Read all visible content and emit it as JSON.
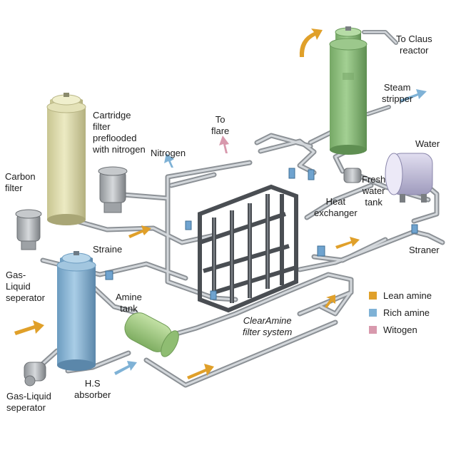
{
  "labels": {
    "to_claus": "To Claus",
    "to_claus_2": "reactor",
    "steam": "Steam",
    "steam_2": "stripper",
    "water": "Water",
    "fresh": "Fresh",
    "fresh_2": "water",
    "fresh_3": "tank",
    "heat": "Heat",
    "heat_2": "exchanger",
    "stranner": "Straner",
    "to_flare": "To",
    "to_flare_2": "flare",
    "cartridge": "Cartridge",
    "cartridge_2": "filter",
    "cartridge_3": "preflooded",
    "cartridge_4": "with nitrogen",
    "nitrogen": "Nitrogen",
    "carbon": "Carbon",
    "carbon_2": "filter",
    "straine": "Straine",
    "gas_sep": "Gas-",
    "gas_sep_2": "Liquid",
    "gas_sep_3": "seperator",
    "amine_tank": "Amine",
    "amine_tank_2": "tank",
    "clearamine": "ClearAmine",
    "clearamine_2": "filter system",
    "h2s": "H.S",
    "h2s_2": "absorber",
    "gas_liquid": "Gas-Liquid",
    "gas_liquid_2": "seperator"
  },
  "legend": [
    {
      "label": "Lean amine",
      "color": "#e0a02a"
    },
    {
      "label": "Rich amine",
      "color": "#7fb2d6"
    },
    {
      "label": "Witogen",
      "color": "#d899ad"
    }
  ],
  "colors": {
    "lean": "#e0a02a",
    "rich": "#7fb2d6",
    "nitrogen": "#d899ad",
    "stripper": "#8fc07f",
    "carbon_filter": "#dedcac",
    "separator": "#8fb9d6",
    "amine_tank": "#a8cf8a",
    "fresh_tank": "#c7c4dc"
  }
}
